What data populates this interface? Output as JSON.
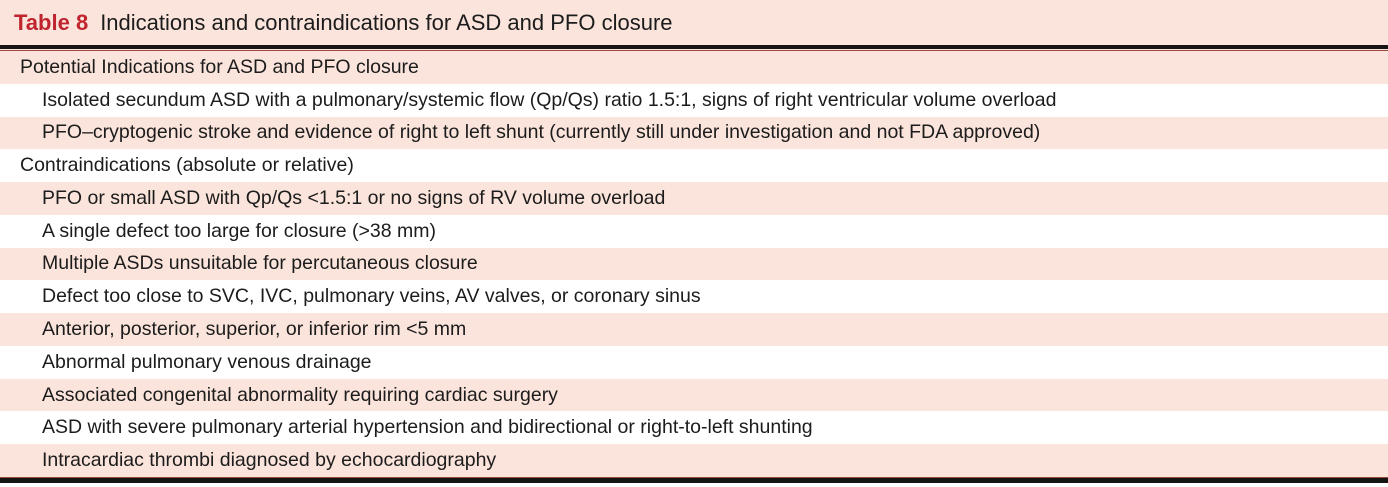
{
  "table": {
    "label": "Table 8",
    "title": "Indications and contraindications for ASD and PFO closure",
    "rows": [
      {
        "text": "Potential Indications for ASD and PFO closure",
        "indent": 0,
        "shaded": true
      },
      {
        "text": "Isolated secundum ASD with a pulmonary/systemic flow (Qp/Qs) ratio 1.5:1, signs of right ventricular volume overload",
        "indent": 1,
        "shaded": false
      },
      {
        "text": "PFO–cryptogenic stroke and evidence of right to left shunt (currently still under investigation and not FDA approved)",
        "indent": 1,
        "shaded": true
      },
      {
        "text": "Contraindications (absolute or relative)",
        "indent": 0,
        "shaded": false
      },
      {
        "text": "PFO or small ASD with Qp/Qs <1.5:1 or no signs of RV volume overload",
        "indent": 1,
        "shaded": true
      },
      {
        "text": "A single defect too large for closure (>38 mm)",
        "indent": 1,
        "shaded": false
      },
      {
        "text": "Multiple ASDs unsuitable for percutaneous closure",
        "indent": 1,
        "shaded": true
      },
      {
        "text": "Defect too close to SVC, IVC, pulmonary veins, AV valves, or coronary sinus",
        "indent": 1,
        "shaded": false
      },
      {
        "text": "Anterior, posterior, superior, or inferior rim <5 mm",
        "indent": 1,
        "shaded": true
      },
      {
        "text": "Abnormal pulmonary venous drainage",
        "indent": 1,
        "shaded": false
      },
      {
        "text": "Associated congenital abnormality requiring cardiac surgery",
        "indent": 1,
        "shaded": true
      },
      {
        "text": "ASD with severe pulmonary arterial hypertension and bidirectional or right-to-left shunting",
        "indent": 1,
        "shaded": false
      },
      {
        "text": "Intracardiac thrombi diagnosed by echocardiography",
        "indent": 1,
        "shaded": true
      }
    ]
  },
  "colors": {
    "row_shading": "#fae4db",
    "table_label_red": "#c0242e",
    "text": "#1c1c1c",
    "rule_black": "#141414",
    "rule_red_accent": "#9c4a3f"
  }
}
